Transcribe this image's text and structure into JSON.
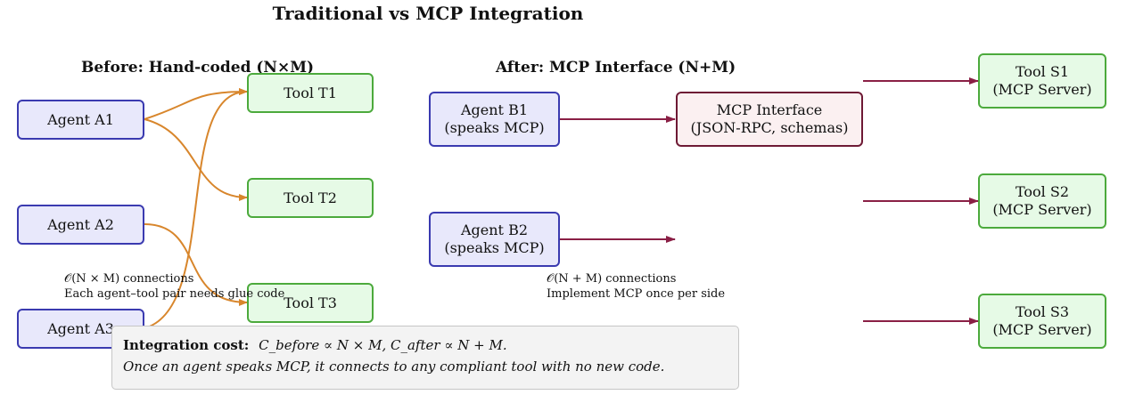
{
  "title": "Traditional vs MCP Integration",
  "before": {
    "heading": "Before: Hand-coded (N×M)",
    "agents": [
      "Agent A1",
      "Agent A2",
      "Agent A3"
    ],
    "tools": [
      "Tool T1",
      "Tool T2",
      "Tool T3"
    ],
    "note_line1": "𝒪(N × M) connections",
    "note_line2": "Each agent–tool pair needs glue code"
  },
  "after": {
    "heading": "After: MCP Interface (N+M)",
    "agents": [
      {
        "line1": "Agent B1",
        "line2": "(speaks MCP)"
      },
      {
        "line1": "Agent B2",
        "line2": "(speaks MCP)"
      }
    ],
    "interface": {
      "line1": "MCP Interface",
      "line2": "(JSON-RPC, schemas)"
    },
    "servers": [
      {
        "line1": "Tool S1",
        "line2": "(MCP Server)"
      },
      {
        "line1": "Tool S2",
        "line2": "(MCP Server)"
      },
      {
        "line1": "Tool S3",
        "line2": "(MCP Server)"
      }
    ],
    "note_line1": "𝒪(N + M) connections",
    "note_line2": "Implement MCP once per side"
  },
  "cost": {
    "label": "Integration cost:",
    "formula": "C_before ∝ N × M,   C_after ∝ N + M.",
    "summary": "Once an agent speaks MCP, it connects to any compliant tool with no new code."
  },
  "colors": {
    "orange_edge": "#d8862c",
    "mcp_edge": "#8a1f45",
    "agent_border": "#3a3ab0",
    "tool_border": "#4caa3c"
  }
}
